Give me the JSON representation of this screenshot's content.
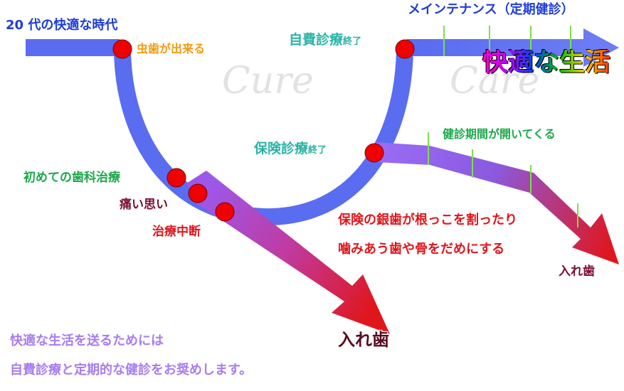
{
  "labels": {
    "twenties": "20 代の快適な時代",
    "cavity": "虫歯が出来る",
    "first_treatment": "初めての歯科治療",
    "pain": "痛い思い",
    "interruption": "治療中断",
    "self_pay_done": "自費診療",
    "self_pay_done_suffix": "終了",
    "maintenance": "メインテナンス（定期健診）",
    "comfort_life": "快適な生活",
    "insured_done": "保険診療",
    "insured_done_suffix": "終了",
    "checkup_gap": "健診期間が開いてくる",
    "silver_crack_line1": "保険の銀歯が根っこを割ったり",
    "silver_crack_line2": "噛みあう歯や骨をだめにする",
    "denture_right": "入れ歯",
    "denture_bottom": "入れ歯",
    "conclusion_line1": "快適な生活を送るためには",
    "conclusion_line2": "自費診療と定期的な健診をお奨めします。"
  },
  "watermarks": {
    "cure": "Cure",
    "care": "Care"
  },
  "colors": {
    "blue_path": "#5a6cf0",
    "blue_text": "#1e3cd8",
    "orange": "#f59a10",
    "green": "#1ca84a",
    "teal": "#2ab3a6",
    "maroon": "#7a1030",
    "red": "#e0161d",
    "purple": "#a77cf0",
    "dot_red": "#f00000",
    "tick_green": "#7ee04a"
  }
}
